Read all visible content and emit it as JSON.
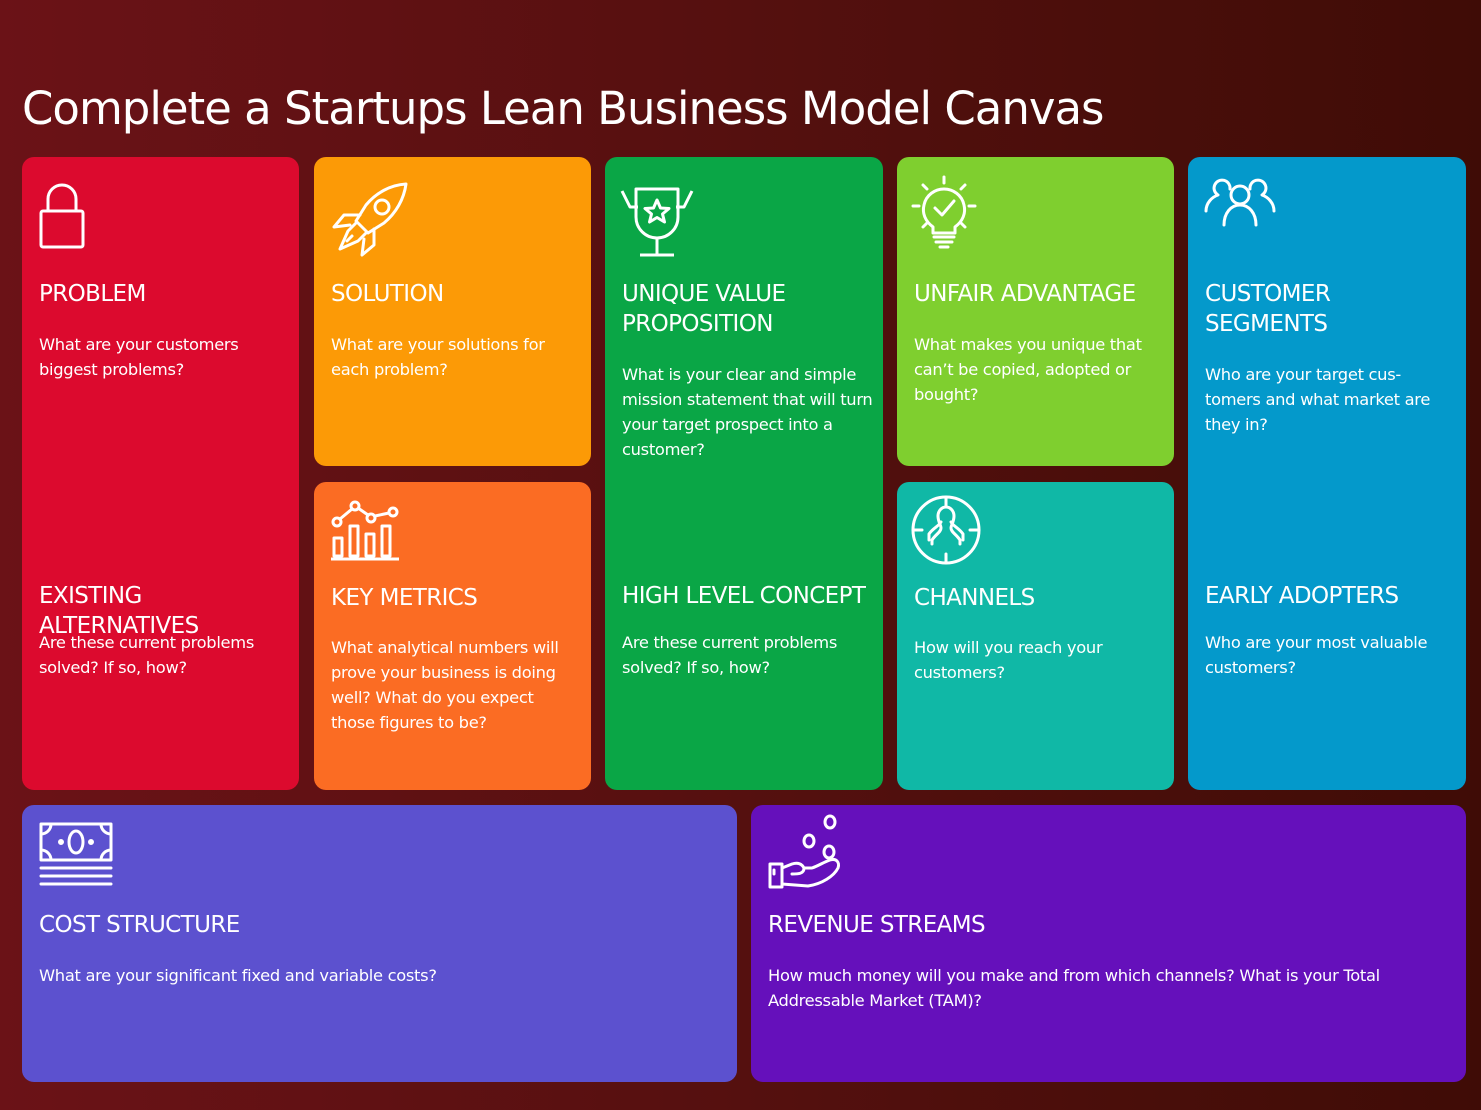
{
  "page": {
    "title": "Complete a Startups Lean Business Model Canvas"
  },
  "colors": {
    "background_left": "#6b1217",
    "background_right": "#3f0c06",
    "problem": "#dc0a2e",
    "solution": "#fc9a06",
    "key_metrics": "#fb6c23",
    "unique_value_proposition": "#0aa646",
    "unfair_advantage": "#7fcf2f",
    "channels": "#10b8a6",
    "customer_segments": "#0499cb",
    "cost_structure": "#5c51cf",
    "revenue_streams": "#6510bb",
    "text": "#ffffff"
  },
  "canvas": {
    "problem": {
      "icon": "lock-icon",
      "title": "PROBLEM",
      "question": "What are your customers biggest problems?",
      "sub_title": "EXISTING ALTERNATIVES",
      "sub_question": "Are these current problems solved? If so, how?"
    },
    "solution": {
      "icon": "rocket-icon",
      "title": "SOLUTION",
      "question": "What are your solutions for each problem?"
    },
    "key_metrics": {
      "icon": "chart-metrics-icon",
      "title": "KEY METRICS",
      "question": "What analytical numbers will prove your business is doing well? What do you expect those figures to be?"
    },
    "unique_value_proposition": {
      "icon": "trophy-star-icon",
      "title": "UNIQUE VALUE PROPOSITION",
      "question": "What is your clear and simple mission statement that will turn your target prospect into a customer?",
      "sub_title": "HIGH LEVEL CONCEPT",
      "sub_question": "Are these current problems solved? If so, how?"
    },
    "unfair_advantage": {
      "icon": "lightbulb-check-icon",
      "title": "UNFAIR ADVANTAGE",
      "question": "What makes you unique that can’t be copied, adopted or bought?"
    },
    "channels": {
      "icon": "target-person-icon",
      "title": "CHANNELS",
      "question": "How will you reach your customers?"
    },
    "customer_segments": {
      "icon": "users-group-icon",
      "title": "CUSTOMER SEGMENTS",
      "question": "Who are your target cus-tomers and what market are they in?",
      "sub_title": "EARLY ADOPTERS",
      "sub_question": "Who are your most valuable customers?"
    },
    "cost_structure": {
      "icon": "banknote-stack-icon",
      "title": "COST STRUCTURE",
      "question": "What are your significant fixed and variable costs?"
    },
    "revenue_streams": {
      "icon": "hand-coins-icon",
      "title": "REVENUE STREAMS",
      "question": "How much money will you make and from which channels? What is your Total Addressable Market (TAM)?"
    }
  }
}
